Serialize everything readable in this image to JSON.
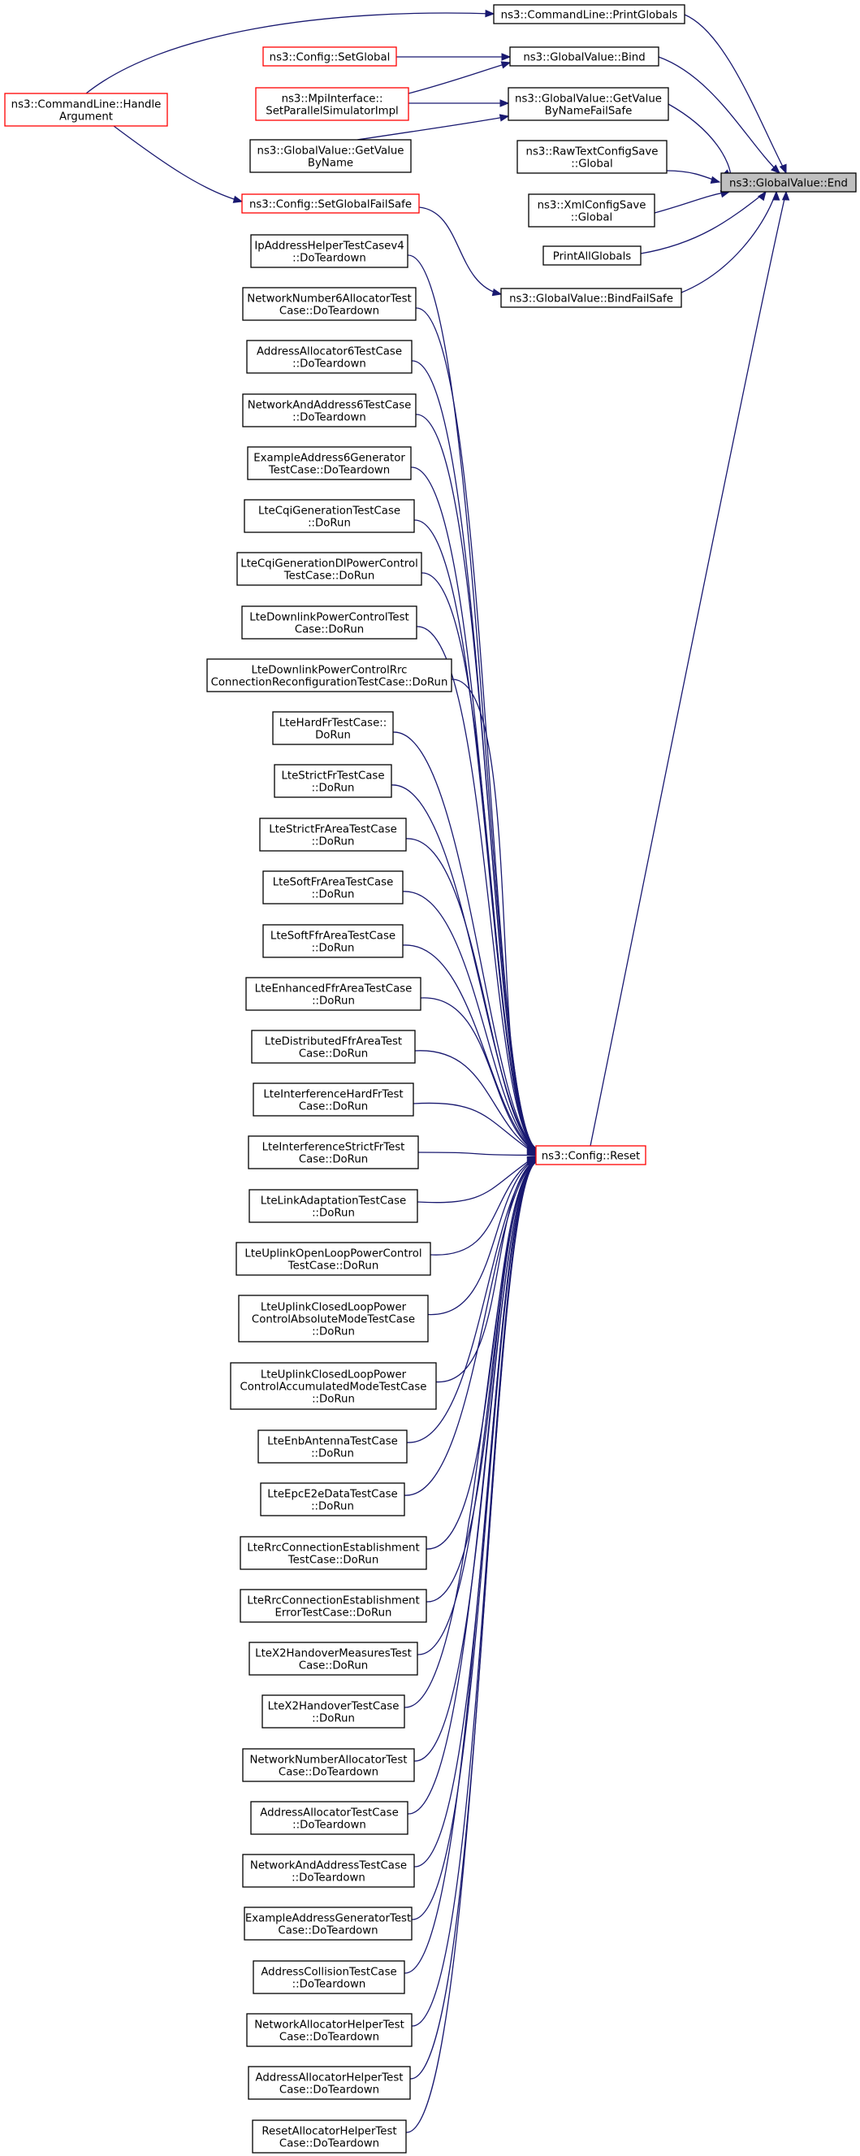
{
  "colors": {
    "edge": "#191970",
    "node_border": "#000000",
    "partial_border": "#ff0000",
    "focus_fill": "#bfbfbf"
  },
  "target": "ns3::GlobalValue::End",
  "nodes": {
    "end": [
      "ns3::GlobalValue::End"
    ],
    "printGlobals": [
      "ns3::CommandLine::PrintGlobals"
    ],
    "setGlobal": [
      "ns3::Config::SetGlobal"
    ],
    "bind": [
      "ns3::GlobalValue::Bind"
    ],
    "mpi": [
      "ns3::MpiInterface::",
      "SetParallelSimulatorImpl"
    ],
    "handleArg": [
      "ns3::CommandLine::Handle",
      "Argument"
    ],
    "getValueFailSafe": [
      "ns3::GlobalValue::GetValue",
      "ByNameFailSafe"
    ],
    "getValueByName": [
      "ns3::GlobalValue::GetValue",
      "ByName"
    ],
    "rawText": [
      "ns3::RawTextConfigSave",
      "::Global"
    ],
    "setGlobalFailSafe": [
      "ns3::Config::SetGlobalFailSafe"
    ],
    "xmlSave": [
      "ns3::XmlConfigSave",
      "::Global"
    ],
    "printAllGlobals": [
      "PrintAllGlobals"
    ],
    "bindFailSafe": [
      "ns3::GlobalValue::BindFailSafe"
    ],
    "reset": [
      "ns3::Config::Reset"
    ]
  },
  "reset_callers": [
    [
      "IpAddressHelperTestCasev4",
      "::DoTeardown"
    ],
    [
      "NetworkNumber6AllocatorTest",
      "Case::DoTeardown"
    ],
    [
      "AddressAllocator6TestCase",
      "::DoTeardown"
    ],
    [
      "NetworkAndAddress6TestCase",
      "::DoTeardown"
    ],
    [
      "ExampleAddress6Generator",
      "TestCase::DoTeardown"
    ],
    [
      "LteCqiGenerationTestCase",
      "::DoRun"
    ],
    [
      "LteCqiGenerationDlPowerControl",
      "TestCase::DoRun"
    ],
    [
      "LteDownlinkPowerControlTest",
      "Case::DoRun"
    ],
    [
      "LteDownlinkPowerControlRrc",
      "ConnectionReconfigurationTestCase::DoRun"
    ],
    [
      "LteHardFrTestCase::",
      "DoRun"
    ],
    [
      "LteStrictFrTestCase",
      "::DoRun"
    ],
    [
      "LteStrictFrAreaTestCase",
      "::DoRun"
    ],
    [
      "LteSoftFrAreaTestCase",
      "::DoRun"
    ],
    [
      "LteSoftFfrAreaTestCase",
      "::DoRun"
    ],
    [
      "LteEnhancedFfrAreaTestCase",
      "::DoRun"
    ],
    [
      "LteDistributedFfrAreaTest",
      "Case::DoRun"
    ],
    [
      "LteInterferenceHardFrTest",
      "Case::DoRun"
    ],
    [
      "LteInterferenceStrictFrTest",
      "Case::DoRun"
    ],
    [
      "LteLinkAdaptationTestCase",
      "::DoRun"
    ],
    [
      "LteUplinkOpenLoopPowerControl",
      "TestCase::DoRun"
    ],
    [
      "LteUplinkClosedLoopPower",
      "ControlAbsoluteModeTestCase",
      "::DoRun"
    ],
    [
      "LteUplinkClosedLoopPower",
      "ControlAccumulatedModeTestCase",
      "::DoRun"
    ],
    [
      "LteEnbAntennaTestCase",
      "::DoRun"
    ],
    [
      "LteEpcE2eDataTestCase",
      "::DoRun"
    ],
    [
      "LteRrcConnectionEstablishment",
      "TestCase::DoRun"
    ],
    [
      "LteRrcConnectionEstablishment",
      "ErrorTestCase::DoRun"
    ],
    [
      "LteX2HandoverMeasuresTest",
      "Case::DoRun"
    ],
    [
      "LteX2HandoverTestCase",
      "::DoRun"
    ],
    [
      "NetworkNumberAllocatorTest",
      "Case::DoTeardown"
    ],
    [
      "AddressAllocatorTestCase",
      "::DoTeardown"
    ],
    [
      "NetworkAndAddressTestCase",
      "::DoTeardown"
    ],
    [
      "ExampleAddressGeneratorTest",
      "Case::DoTeardown"
    ],
    [
      "AddressCollisionTestCase",
      "::DoTeardown"
    ],
    [
      "NetworkAllocatorHelperTest",
      "Case::DoTeardown"
    ],
    [
      "AddressAllocatorHelperTest",
      "Case::DoTeardown"
    ],
    [
      "ResetAllocatorHelperTest",
      "Case::DoTeardown"
    ]
  ]
}
